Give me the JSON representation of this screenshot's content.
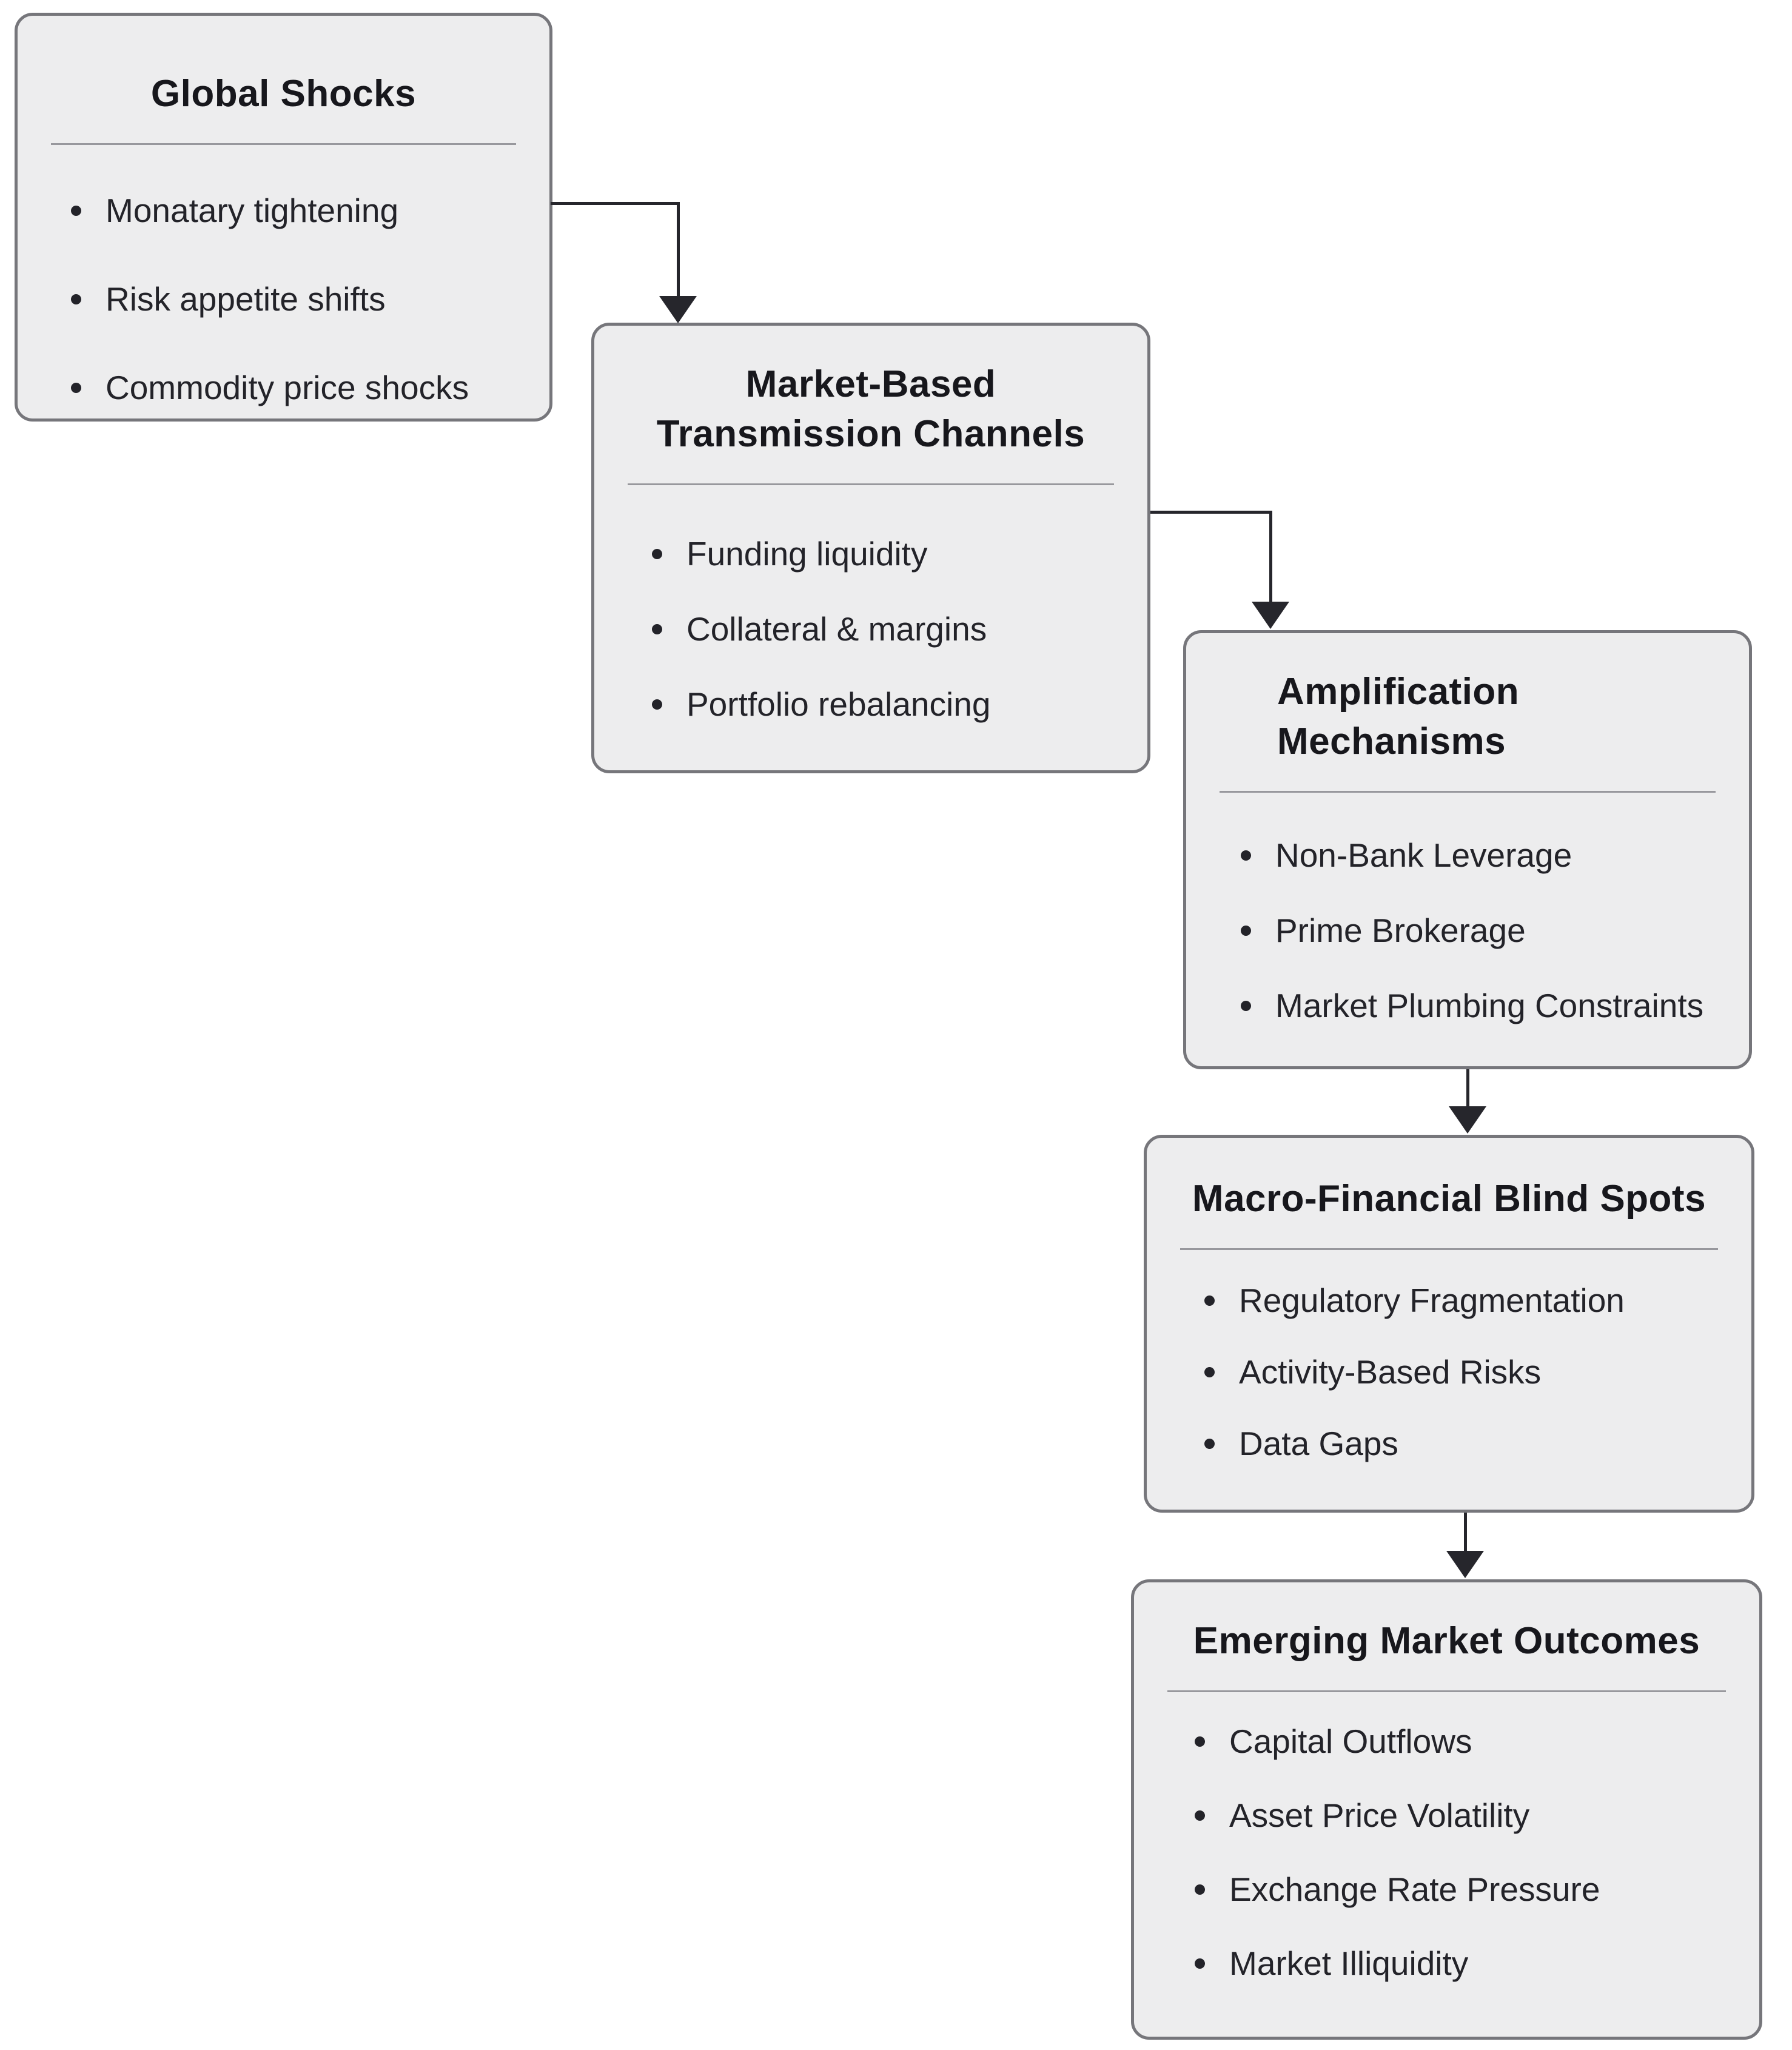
{
  "colors": {
    "page-bg": "#ffffff",
    "box-fill": "#ededee",
    "box-border": "#76767b",
    "divider": "#98989d",
    "title-color": "#17171c",
    "text-color": "#232329",
    "arrow-color": "#26262c"
  },
  "diagram": {
    "boxes": [
      {
        "id": "global-shocks",
        "title_lines": [
          "Global Shocks"
        ],
        "items": [
          "Monatary tightening",
          "Risk appetite shifts",
          "Commodity price shocks"
        ]
      },
      {
        "id": "market-based-transmission-channels",
        "title_lines": [
          "Market-Based",
          "Transmission Channels"
        ],
        "items": [
          "Funding liquidity",
          "Collateral & margins",
          "Portfolio rebalancing"
        ]
      },
      {
        "id": "amplification-mechanisms",
        "title_lines": [
          "Amplification",
          "Mechanisms"
        ],
        "items": [
          "Non-Bank Leverage",
          "Prime Brokerage",
          "Market Plumbing Constraints"
        ]
      },
      {
        "id": "macro-financial-blind-spots",
        "title_lines": [
          "Macro-Financial Blind Spots"
        ],
        "items": [
          "Regulatory Fragmentation",
          "Activity-Based Risks",
          "Data Gaps"
        ]
      },
      {
        "id": "emerging-market-outcomes",
        "title_lines": [
          "Emerging Market Outcomes"
        ],
        "items": [
          "Capital Outflows",
          "Asset Price Volatility",
          "Exchange Rate Pressure",
          "Market Illiquidity"
        ]
      }
    ]
  }
}
